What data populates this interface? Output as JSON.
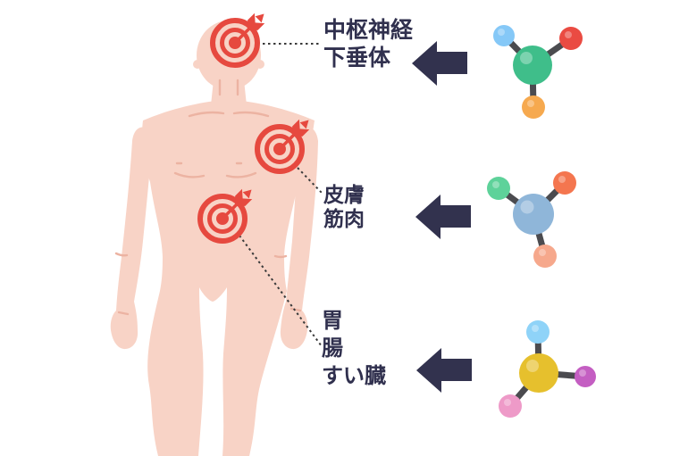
{
  "colors": {
    "background": "#ffffff",
    "body_skin": "#f8d3c6",
    "body_detail_line": "#ecb3a2",
    "target_red": "#e6493f",
    "label_text_navy": "#30304e",
    "arrow_navy": "#32324e",
    "connector_gray": "#3a3a3a",
    "bond_gray": "#4b4b4f"
  },
  "icons": {
    "target": "bullseye-with-dart-icon",
    "arrow": "left-block-arrow-icon",
    "molecule": "ball-and-stick-molecule-icon"
  },
  "rows": [
    {
      "region": "head",
      "label_lines": [
        "中枢神経",
        "下垂体"
      ],
      "molecule": {
        "center": "#3fbe8a",
        "atoms": [
          "#85c8f7",
          "#ea4b42",
          "#f6a94f"
        ]
      }
    },
    {
      "region": "shoulder",
      "label_lines": [
        "皮膚",
        "筋肉"
      ],
      "molecule": {
        "center": "#8fb6d9",
        "atoms": [
          "#5ed29a",
          "#f4764f",
          "#f6a88c"
        ]
      }
    },
    {
      "region": "abdomen",
      "label_lines": [
        "胃",
        "腸",
        "すい臓"
      ],
      "molecule": {
        "center": "#e6c02d",
        "atoms": [
          "#8fd3f8",
          "#c45ec2",
          "#ee9ac8"
        ]
      }
    }
  ]
}
